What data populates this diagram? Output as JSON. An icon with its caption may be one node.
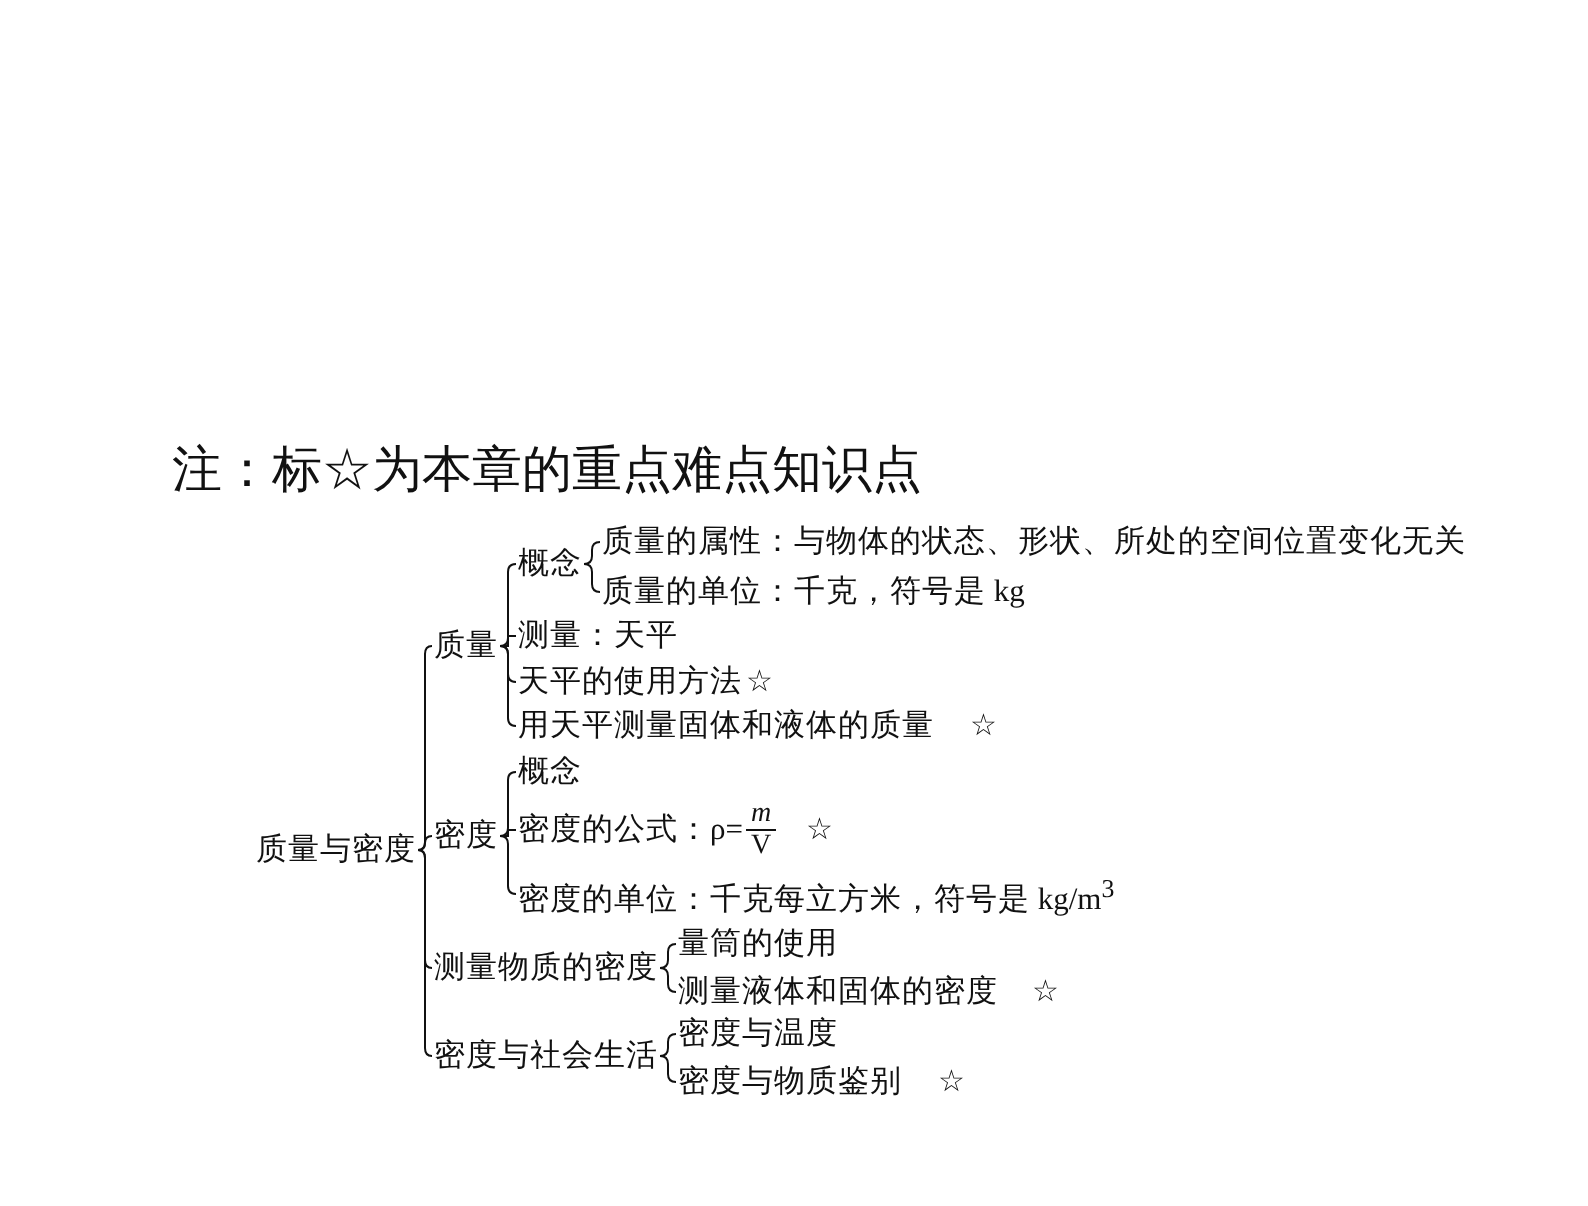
{
  "diagram": {
    "nodes": [
      {
        "text": [
          "质量与密度"
        ]
      },
      {
        "text": [
          "质量"
        ]
      },
      {
        "text": [
          "概念"
        ]
      },
      {
        "text": [
          "质量的属性：与物体的状态、形状、所处的空间位置变化无关"
        ]
      },
      {
        "text": [
          "质量的单位：千克，符号是 kg"
        ]
      },
      {
        "text": [
          "测量：天平"
        ]
      },
      {
        "text": [
          "天平的使用方法"
        ]
      },
      {
        "text": [
          "用天平测量固体和液体的质量"
        ]
      },
      {
        "text": [
          "密度"
        ]
      },
      {
        "text": [
          "概念"
        ]
      },
      {
        "text": [
          "密度的公式：ρ=",
          "m",
          "V"
        ]
      },
      {
        "text": [
          "密度的单位：千克每立方米，符号是 kg/m$^{3}$"
        ]
      },
      {
        "text": [
          "测量物质的密度"
        ]
      },
      {
        "text": [
          "量筒的使用"
        ]
      },
      {
        "text": [
          "测量液体和固体的密度"
        ]
      },
      {
        "text": [
          "密度与社会生活"
        ]
      },
      {
        "text": [
          "密度与温度"
        ]
      },
      {
        "text": [
          "密度与物质鉴别"
        ]
      }
    ],
    "edges": [
      {
        "from": 0,
        "to": 1,
        "arrow": "none"
      },
      {
        "from": 0,
        "to": 8,
        "arrow": "none"
      },
      {
        "from": 0,
        "to": 12,
        "arrow": "none"
      },
      {
        "from": 0,
        "to": 15,
        "arrow": "none"
      },
      {
        "from": 1,
        "to": 2,
        "arrow": "none"
      },
      {
        "from": 1,
        "to": 5,
        "arrow": "none"
      },
      {
        "from": 1,
        "to": 6,
        "arrow": "none"
      },
      {
        "from": 1,
        "to": 7,
        "arrow": "none"
      },
      {
        "from": 2,
        "to": 3,
        "arrow": "none"
      },
      {
        "from": 2,
        "to": 4,
        "arrow": "none"
      },
      {
        "from": 8,
        "to": 9,
        "arrow": "none"
      },
      {
        "from": 8,
        "to": 10,
        "arrow": "none"
      },
      {
        "from": 8,
        "to": 11,
        "arrow": "none"
      },
      {
        "from": 12,
        "to": 13,
        "arrow": "none"
      },
      {
        "from": 12,
        "to": 14,
        "arrow": "none"
      },
      {
        "from": 15,
        "to": 16,
        "arrow": "none"
      },
      {
        "from": 15,
        "to": 17,
        "arrow": "none"
      }
    ],
    "labels": [
      "注：标☆为本章的重点难点知识点",
      "☆",
      "☆",
      "☆",
      "☆",
      "☆"
    ]
  }
}
